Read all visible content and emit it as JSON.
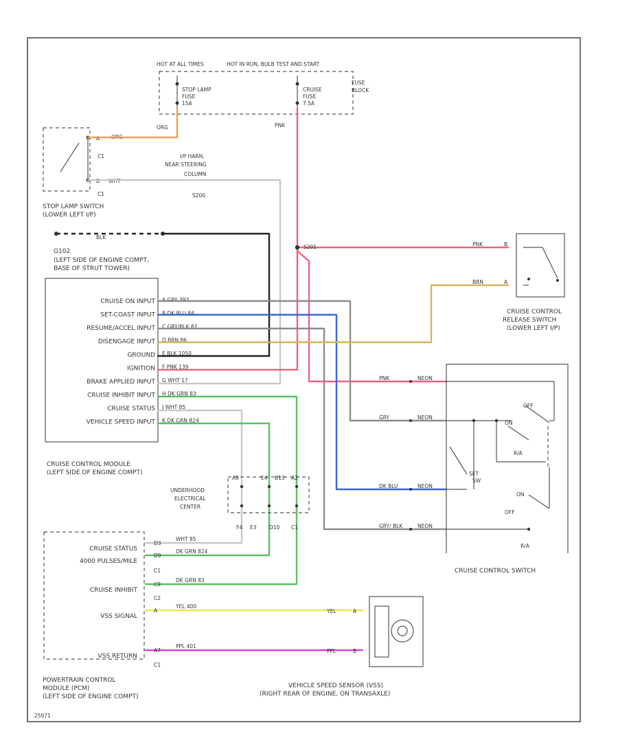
{
  "colors": {
    "pink": "#f0607f",
    "orange": "#f2a14b",
    "tan": "#d6b25e",
    "blue": "#3b63d9",
    "green": "#56c35c",
    "yellow": "#e8e84a",
    "magenta": "#e040e0",
    "gray": "#8a8a8a",
    "lightgray": "#c8c8c8",
    "black": "#222222"
  },
  "fuse_block": {
    "hot_at_all_times": "HOT AT ALL TIMES",
    "hot_in_run_bulb": "HOT IN RUN, BULB TEST AND START",
    "stop_lamp_fuse": [
      "STOP LAMP",
      "FUSE",
      "15A"
    ],
    "cruise_fuse": [
      "CRUISE",
      "FUSE",
      "7.5A"
    ],
    "label": [
      "FUSE",
      "BLOCK"
    ],
    "wire_org": "ORG",
    "wire_pnk": "PNK"
  },
  "stop_lamp_switch": {
    "label": [
      "STOP LAMP SWITCH",
      "(LOWER LEFT I/P)"
    ],
    "c1_top": "C1",
    "c1_bottom": "C1",
    "pin_a": "A",
    "pin_b": "B",
    "wire_org": "ORG",
    "wire_wht": "WHT"
  },
  "splice_s200": {
    "text": [
      "I/P HARN,",
      "NEAR STEERING",
      "COLUMN"
    ],
    "name": "S200"
  },
  "ground": {
    "name": "G102",
    "text": [
      "(LEFT SIDE OF ENGINE COMPT,",
      "BASE OF STRUT TOWER)"
    ],
    "wire": "BLK"
  },
  "splice_pnk": "S201",
  "cruise_module": {
    "pins": [
      {
        "label": "CRUISE ON INPUT",
        "wire": "A  GRY  397"
      },
      {
        "label": "SET-COAST INPUT",
        "wire": "B  DK BLU  84"
      },
      {
        "label": "RESUME/ACCEL INPUT",
        "wire": "C  GRY/BLK  87"
      },
      {
        "label": "DISENGAGE INPUT",
        "wire": "D  BRN  86"
      },
      {
        "label": "GROUND",
        "wire": "E  BLK  1050"
      },
      {
        "label": "IGNITION",
        "wire": "F  PNK  139"
      },
      {
        "label": "BRAKE APPLIED INPUT",
        "wire": "G  WHT  17"
      },
      {
        "label": "CRUISE INHIBIT INPUT",
        "wire": "H  DK GRN  83"
      },
      {
        "label": "CRUISE STATUS",
        "wire": "J  WHT  85"
      },
      {
        "label": "VEHICLE SPEED INPUT",
        "wire": "K  DK GRN  824"
      }
    ],
    "label": [
      "CRUISE CONTROL MODULE",
      "(LEFT SIDE OF ENGINE COMPT)"
    ]
  },
  "release_switch": {
    "label": [
      "CRUISE CONTROL",
      "RELEASE SWITCH",
      "(LOWER LEFT I/P)"
    ],
    "wire_pnk": "PNK",
    "wire_brn": "BRN",
    "pin_b": "B",
    "pin_a": "A"
  },
  "underhood_center": {
    "label": [
      "UNDERHOOD",
      "ELECTRICAL",
      "CENTER"
    ],
    "top_pins": [
      "A9",
      "E4",
      "B13",
      "A2"
    ],
    "bottom_pins": [
      "F4",
      "E3",
      "D10",
      "C1"
    ]
  },
  "cruise_switch": {
    "label": "CRUISE CONTROL SWITCH",
    "wires": [
      {
        "color": "PNK",
        "id": "NEON"
      },
      {
        "color": "GRY",
        "id": "NEON"
      },
      {
        "color": "DK BLU",
        "id": "NEON"
      },
      {
        "color": "GRY/ BLK",
        "id": "NEON"
      }
    ],
    "off": "OFF",
    "on": "ON",
    "r_a": "R/A",
    "set_sw": [
      "SET",
      "SW"
    ],
    "r_a_bottom": "R/A"
  },
  "pcm": {
    "label": [
      "POWERTRAIN CONTROL",
      "MODULE (PCM)",
      "(LEFT SIDE OF ENGINE COMPT)"
    ],
    "rows": [
      {
        "label": "CRUISE STATUS",
        "pin": "D3",
        "wire": "WHT  85"
      },
      {
        "label": "4000 PULSES/MILE",
        "pin": "D9",
        "wire": "DK GRN  824"
      },
      {
        "label": "CRUISE INHIBIT",
        "pin": "C9",
        "wire": "DK GRN  83"
      },
      {
        "label": "VSS SIGNAL",
        "pin": "A",
        "wire": "YEL  400"
      },
      {
        "label": "VSS RETURN",
        "pin": "A7",
        "wire": "PPL  401"
      }
    ],
    "conn_c1": "C1",
    "conn_c2": "C2",
    "conn_c1b": "C1"
  },
  "vss": {
    "label": [
      "VEHICLE SPEED SENSOR (VSS)",
      "(RIGHT REAR OF ENGINE, ON TRANSAXLE)"
    ],
    "wire_yel": "YEL",
    "wire_ppl": "PPL",
    "pin_a": "A",
    "pin_b": "B"
  },
  "footer_code": "25971"
}
